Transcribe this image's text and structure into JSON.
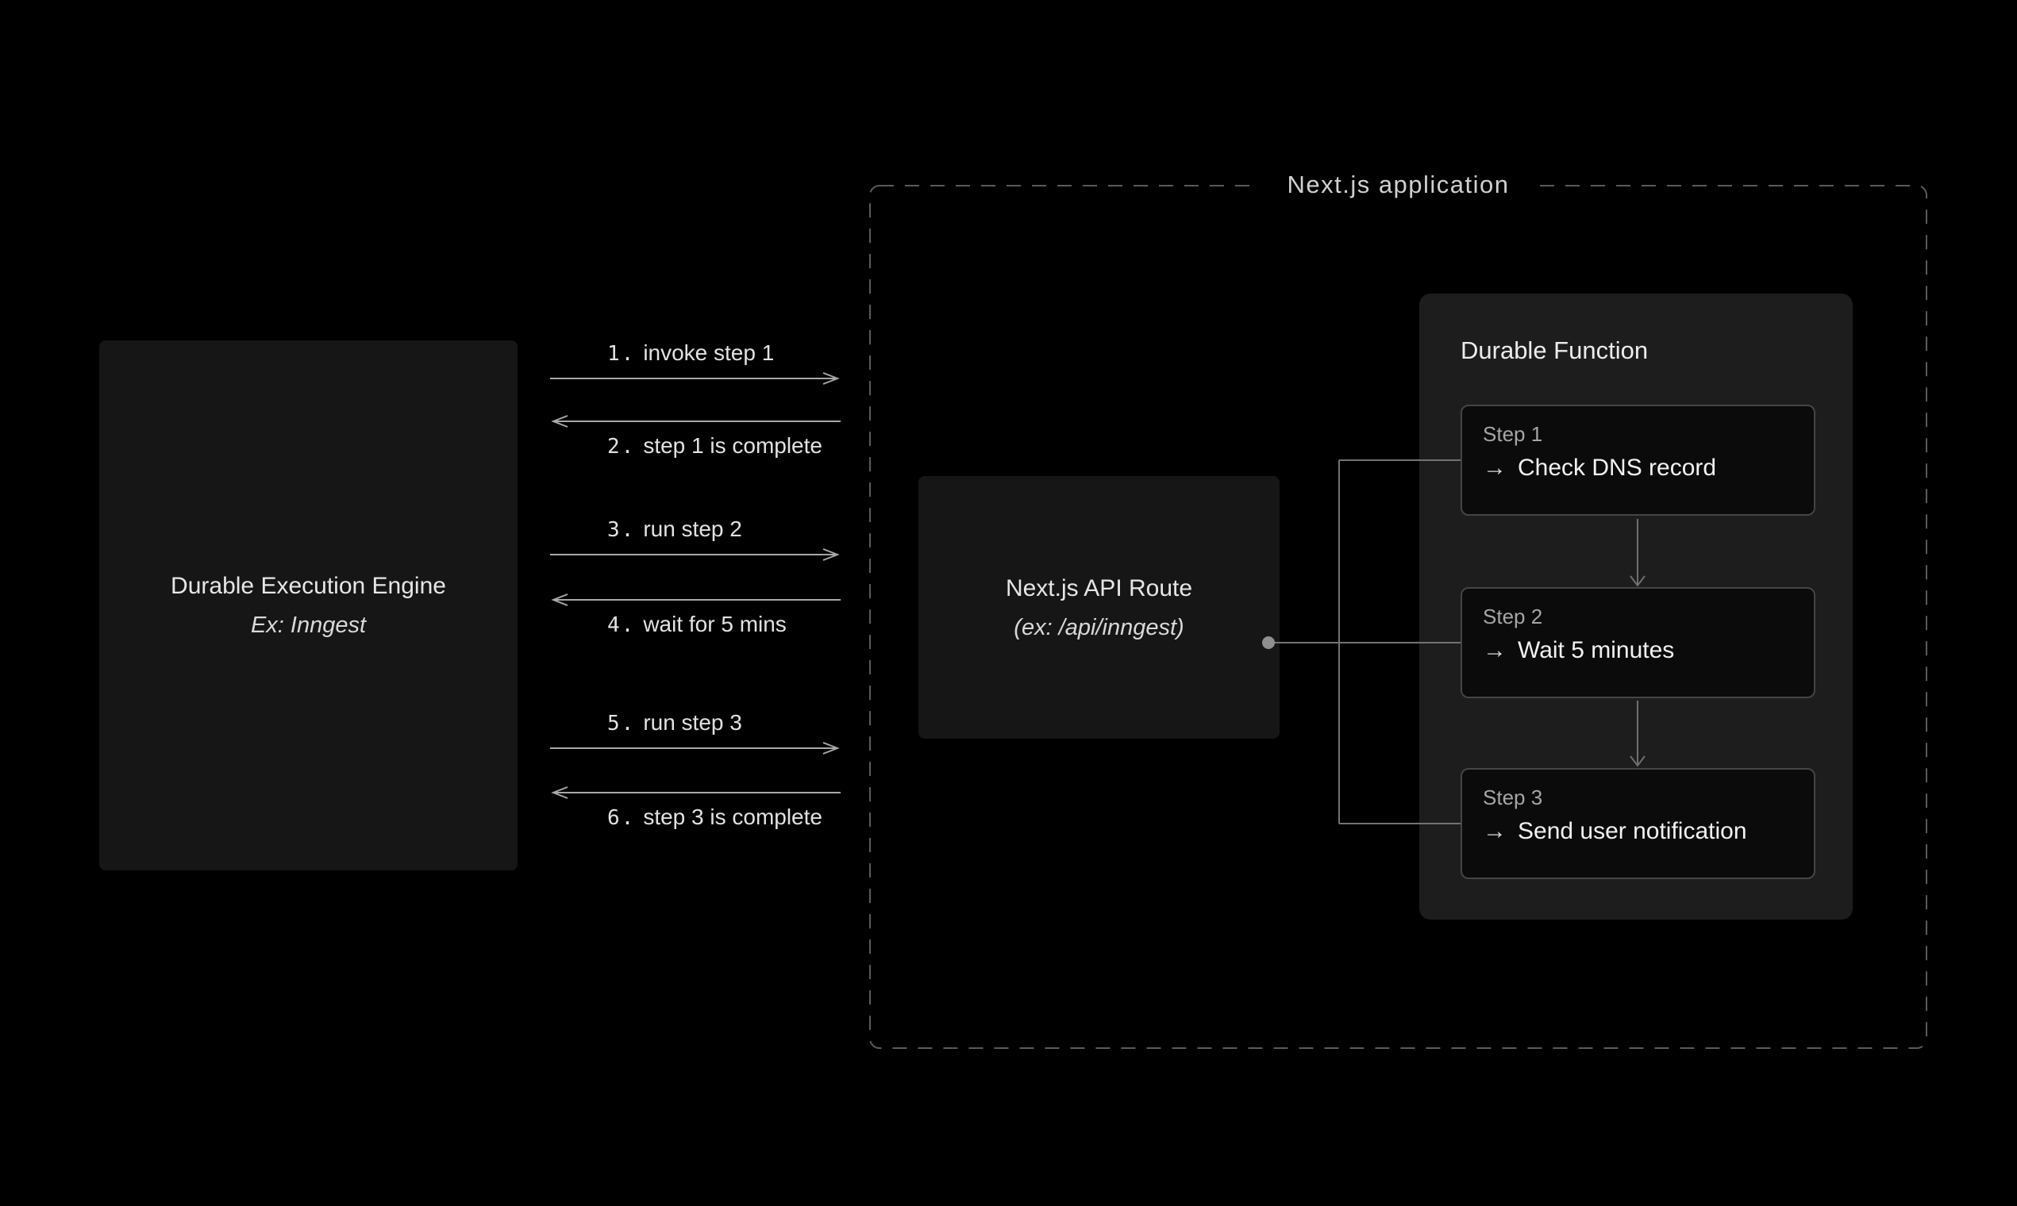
{
  "colors": {
    "background": "#000000",
    "box_bg": "#161616",
    "panel_bg": "#1d1d1d",
    "step_bg": "#0b0b0b",
    "step_border": "#454545",
    "message_arrow": "#a8a8a8",
    "connector_line": "#737373",
    "dashed_border": "#5a5a5a",
    "text_primary": "#e6e6e6",
    "text_secondary": "#a6a6a6"
  },
  "engine": {
    "title": "Durable Execution Engine",
    "subtitle": "Ex: Inngest"
  },
  "messages": [
    {
      "num": "1.",
      "text": "invoke step 1",
      "direction": "right"
    },
    {
      "num": "2.",
      "text": "step 1 is complete",
      "direction": "left"
    },
    {
      "num": "3.",
      "text": "run step 2",
      "direction": "right"
    },
    {
      "num": "4.",
      "text": "wait for 5 mins",
      "direction": "left"
    },
    {
      "num": "5.",
      "text": "run step 3",
      "direction": "right"
    },
    {
      "num": "6.",
      "text": "step 3 is complete",
      "direction": "left"
    }
  ],
  "application": {
    "label": "Next.js application"
  },
  "api_route": {
    "title": "Next.js API Route",
    "subtitle": "(ex: /api/inngest)"
  },
  "durable_function": {
    "title": "Durable Function",
    "step_arrow": "→",
    "steps": [
      {
        "label": "Step 1",
        "action": "Check DNS record"
      },
      {
        "label": "Step 2",
        "action": "Wait 5 minutes"
      },
      {
        "label": "Step 3",
        "action": "Send user notification"
      }
    ]
  }
}
